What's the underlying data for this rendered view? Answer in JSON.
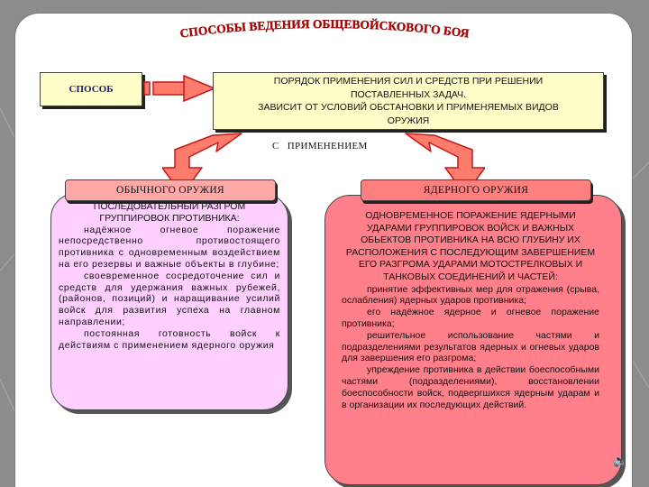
{
  "title": "СПОСОБЫ ВЕДЕНИЯ ОБЩЕВОЙСКОВОГО БОЯ",
  "method_label": "СПОСОБ",
  "order_box": {
    "line1": "ПОРЯДОК ПРИМЕНЕНИЯ СИЛ И СРЕДСТВ ПРИ РЕШЕНИИ",
    "line2": "ПОСТАВЛЕННЫХ ЗАДАЧ.",
    "line3": "ЗАВИСИТ ОТ УСЛОВИЙ ОБСТАНОВКИ И ПРИМЕНЯЕМЫХ ВИДОВ",
    "line4": "ОРУЖИЯ"
  },
  "with_label": "С   ПРИМЕНЕНИЕМ",
  "conventional": {
    "header": "ОБЫЧНОГО ОРУЖИЯ",
    "heading": "ПОСЛЕДОВАТЕЛЬНЫЙ РАЗГРОМ ГРУППИРОВОК ПРОТИВНИКА:",
    "p1": "надёжное огневое поражение непосредственно противостоящего противника с одновременным воздействием на его резервы и важные объекты в глубине;",
    "p2": "своевременное сосредоточение сил и средств для удержания важных рубежей, (районов, позиций) и наращивание усилий войск для развития успеха на главном направлении;",
    "p3": "постоянная готовность войск к действиям с применением ядерного оружия"
  },
  "nuclear": {
    "header": "ЯДЕРНОГО ОРУЖИЯ",
    "heading": "ОДНОВРЕМЕННОЕ ПОРАЖЕНИЕ ЯДЕРНЫМИ УДАРАМИ ГРУППИРОВОК ВОЙСК И ВАЖНЫХ ОБЬЕКТОВ ПРОТИВНИКА НА ВСЮ ГЛУБИНУ ИХ РАСПОЛОЖЕНИЯ С ПОСЛЕДУЮЩИМ ЗАВЕРШЕНИЕМ ЕГО РАЗГРОМА УДАРАМИ МОТОСТРЕЛКОВЫХ И ТАНКОВЫХ СОЕДИНЕНИЙ И ЧАСТЕЙ:",
    "p1": "принятие эффективных мер для отражения (срыва, ослабления) ядерных ударов противника;",
    "p2": "его надёжное ядерное и огневое поражение противника;",
    "p3": "решительное использование частями и подразделениями результатов ядерных и огневых ударов для завершения его разгрома;",
    "p4": "упреждение противника в действии боеспособными частями (подразделениями), восстановлении боеспособности войск, подвергшихся ядерным ударам и в организации их последующих действий."
  },
  "colors": {
    "background": "#8c8c8c",
    "panel": "#ffffff",
    "label_box": "#fffdc8",
    "arrow_fill": "#ff7b6b",
    "arrow_stroke": "#c21a1a",
    "conventional_card": "#ffd0ff",
    "nuclear_card": "#ff7f8a",
    "title_text": "#c00000"
  },
  "icons": {
    "speaker": "speaker-icon"
  }
}
